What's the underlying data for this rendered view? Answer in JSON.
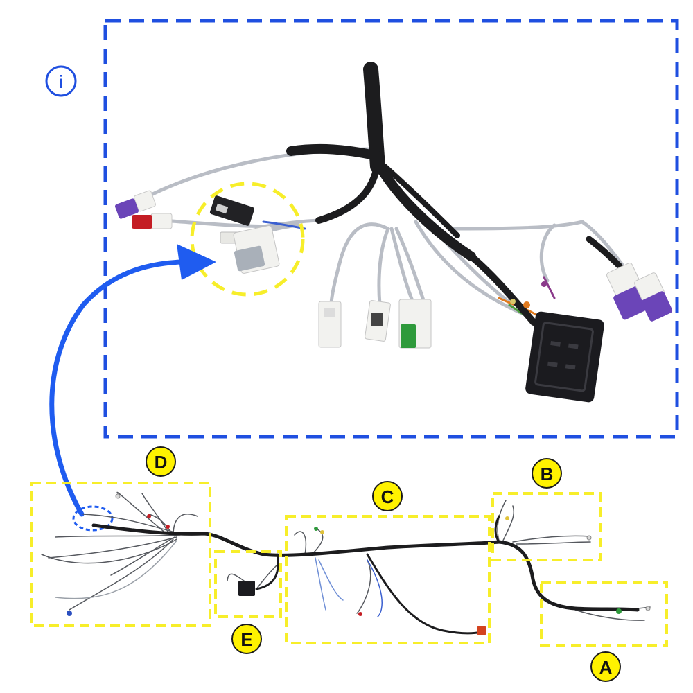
{
  "figure": {
    "detail_panel": {
      "marker": "i",
      "color": "#1f4fe0"
    },
    "region_labels": [
      {
        "id": "A",
        "text": "A"
      },
      {
        "id": "B",
        "text": "B"
      },
      {
        "id": "C",
        "text": "C"
      },
      {
        "id": "D",
        "text": "D"
      },
      {
        "id": "E",
        "text": "E"
      }
    ],
    "colors": {
      "region_box": "#f7ee2a",
      "label_fill": "#fff200",
      "panel": "#1f4fe0",
      "arrow": "#1f5cf0",
      "harness_tape": "#1c1c1e",
      "wire_grey": "#b8bcc4",
      "relay_socket": "#1b1b1f",
      "connector_white": "#f2f2ef",
      "connector_purple": "#6b45b8",
      "connector_red": "#c41d24",
      "connector_green": "#2e9a3b"
    }
  }
}
